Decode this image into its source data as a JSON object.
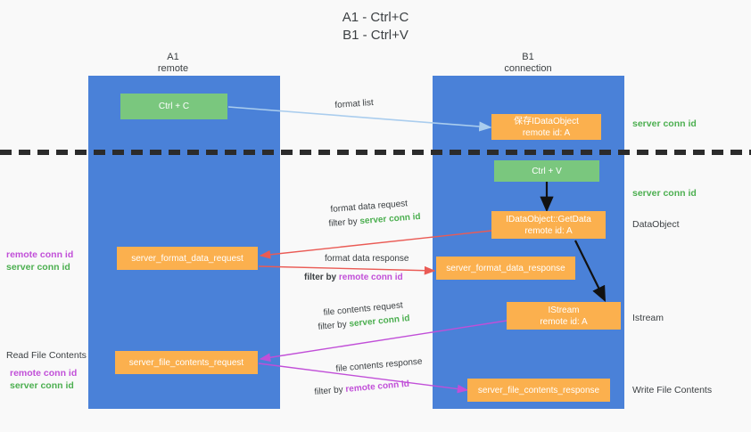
{
  "title": {
    "line1": "A1 - Ctrl+C",
    "line2": "B1 - Ctrl+V"
  },
  "columns": [
    {
      "id": "a1",
      "name": "A1",
      "subtitle": "remote"
    },
    {
      "id": "b1",
      "name": "B1",
      "subtitle": "connection"
    }
  ],
  "nodes": {
    "ctrl_c": {
      "label": "Ctrl + C",
      "color": "#7ac77e"
    },
    "ctrl_v": {
      "label": "Ctrl + V",
      "color": "#7ac77e"
    },
    "save_idataobject": {
      "line1": "保存IDataObject",
      "line2": "remote id: A",
      "color": "#fbb04e"
    },
    "getdata": {
      "line1": "IDataObject::GetData",
      "line2": "remote id: A",
      "color": "#fbb04e"
    },
    "istream": {
      "line1": "IStream",
      "line2": "remote id: A",
      "color": "#fbb04e"
    },
    "server_format_data_request": {
      "label": "server_format_data_request",
      "color": "#fbb04e"
    },
    "server_format_data_response": {
      "label": "server_format_data_response",
      "color": "#fbb04e"
    },
    "server_file_contents_request": {
      "label": "server_file_contents_request",
      "color": "#fbb04e"
    },
    "server_file_contents_response": {
      "label": "server_file_contents_response",
      "color": "#fbb04e"
    }
  },
  "side_labels": {
    "server_conn_id_top": "server conn id",
    "server_conn_id_mid": "server conn id",
    "dataobject": "DataObject",
    "istream": "Istream",
    "write_file_contents": "Write File Contents",
    "read_file_contents": "Read File Contents"
  },
  "left_labels": {
    "format_remote": "remote conn id",
    "format_server": "server conn id",
    "file_remote": "remote conn id",
    "file_server": "server conn id"
  },
  "edges": [
    {
      "id": "format_list",
      "label": "format list",
      "color": "#aacdee"
    },
    {
      "id": "format_data_request",
      "label": "format data request",
      "filter_prefix": "filter by ",
      "filter_value": "server conn id",
      "filter_color": "#4caf50",
      "color": "#ea5b55"
    },
    {
      "id": "format_data_response",
      "label": "format data response",
      "filter_prefix": "filter by ",
      "filter_value": "remote conn id",
      "filter_color": "#c14fd8",
      "color": "#ea5b55"
    },
    {
      "id": "file_contents_request",
      "label": "file contents request",
      "filter_prefix": "filter by ",
      "filter_value": "server conn id",
      "filter_color": "#4caf50",
      "color": "#c14fd8"
    },
    {
      "id": "file_contents_response",
      "label": "file contents response",
      "filter_prefix": "filter by ",
      "filter_value": "remote conn id",
      "filter_color": "#c14fd8",
      "color": "#c14fd8"
    }
  ],
  "colors": {
    "column": "#4a81d8",
    "node_orange": "#fbb04e",
    "node_green": "#7ac77e",
    "background": "#f9f9f9",
    "divider": "#2b2b2b",
    "remote_conn": "#c14fd8",
    "server_conn": "#4caf50"
  }
}
